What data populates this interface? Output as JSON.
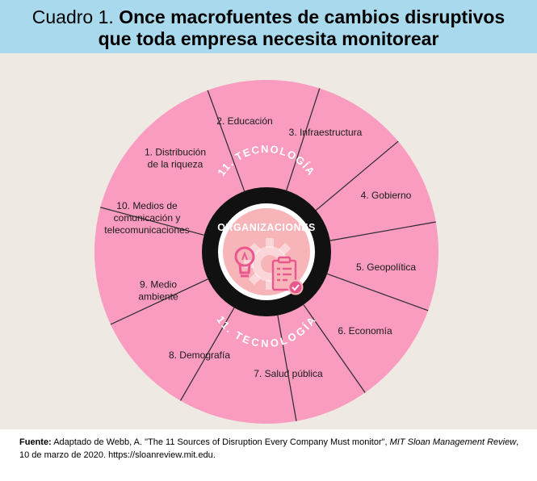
{
  "title": {
    "prefix": "Cuadro 1.",
    "line1": "Once macrofuentes de cambios disruptivos",
    "line2": "que toda empresa necesita monitorear"
  },
  "diagram": {
    "center_label": "ORGANIZACIONES",
    "ring_label": "11. TECNOLOGÍA",
    "segments": [
      [
        "1. Distribución",
        "de la riqueza"
      ],
      [
        "2. Educación"
      ],
      [
        "3. Infraestructura"
      ],
      [
        "4. Gobierno"
      ],
      [
        "5. Geopolítica"
      ],
      [
        "6. Economía"
      ],
      [
        "7. Salud pública"
      ],
      [
        "8. Demografía"
      ],
      [
        "9. Medio",
        "ambiente"
      ],
      [
        "10. Medios de",
        "comunicación y",
        "telecomunicaciones"
      ]
    ],
    "icons": [
      "lightbulb-icon",
      "gear-icon",
      "clipboard-checklist-icon"
    ],
    "colors": {
      "header_bg": "#a9d9ec",
      "panel_bg": "#efe9e4",
      "outer_ring": "#f99cbf",
      "black_ring": "#111111",
      "center_fill": "#f7b5b9",
      "icon_pink": "#e8578d"
    }
  },
  "source": {
    "label": "Fuente:",
    "text1": "Adaptado de Webb, A. \"The 11 Sources of Disruption Every Company Must monitor\",",
    "italic1": "MIT Sloan Management Review",
    "text2": ", 10 de marzo de 2020. https://sloanreview.mit.edu."
  }
}
